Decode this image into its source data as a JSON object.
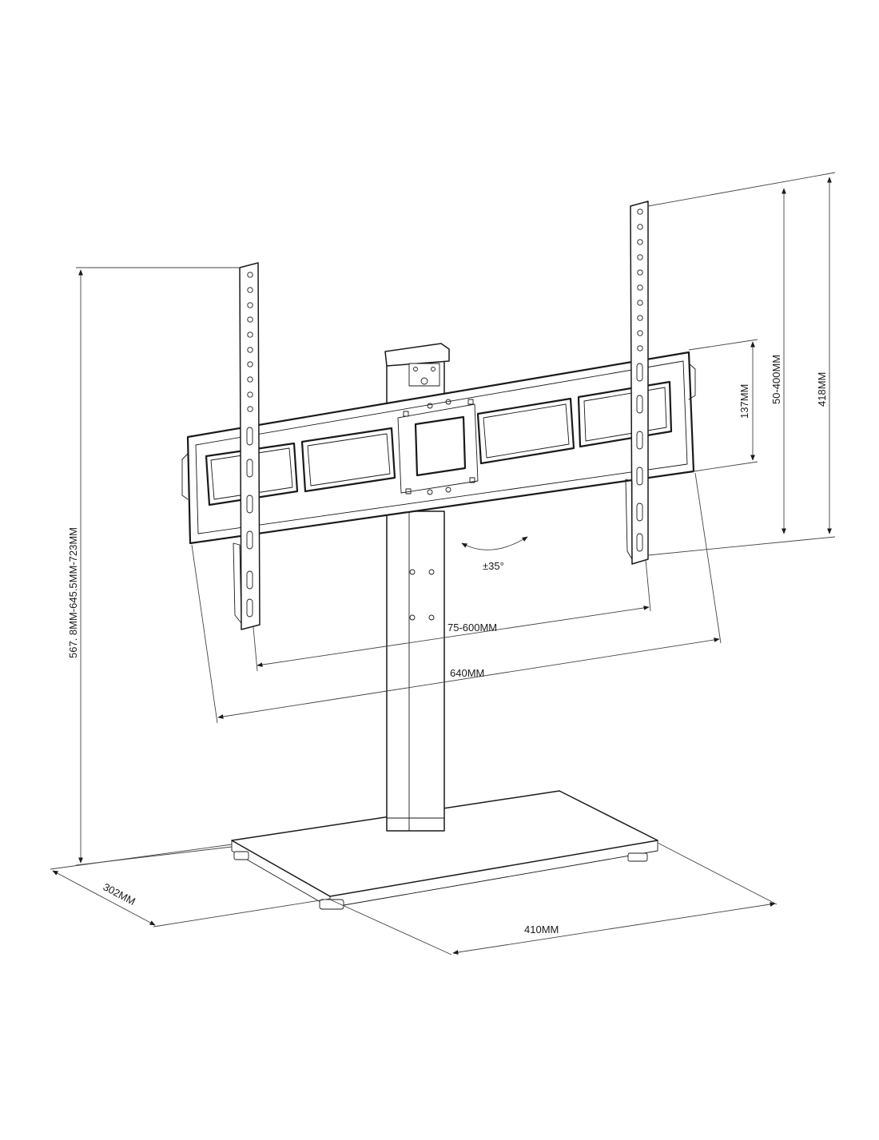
{
  "diagram": {
    "labels": {
      "total_height": "567. 8MM-645.5MM-723MM",
      "vertical_hole_range": "50-400MM",
      "bracket_height": "418MM",
      "crossbar_height": "137MM",
      "tilt": "±35°",
      "horizontal_hole_range": "75-600MM",
      "crossbar_width": "640MM",
      "base_depth": "302MM",
      "base_width": "410MM"
    }
  }
}
